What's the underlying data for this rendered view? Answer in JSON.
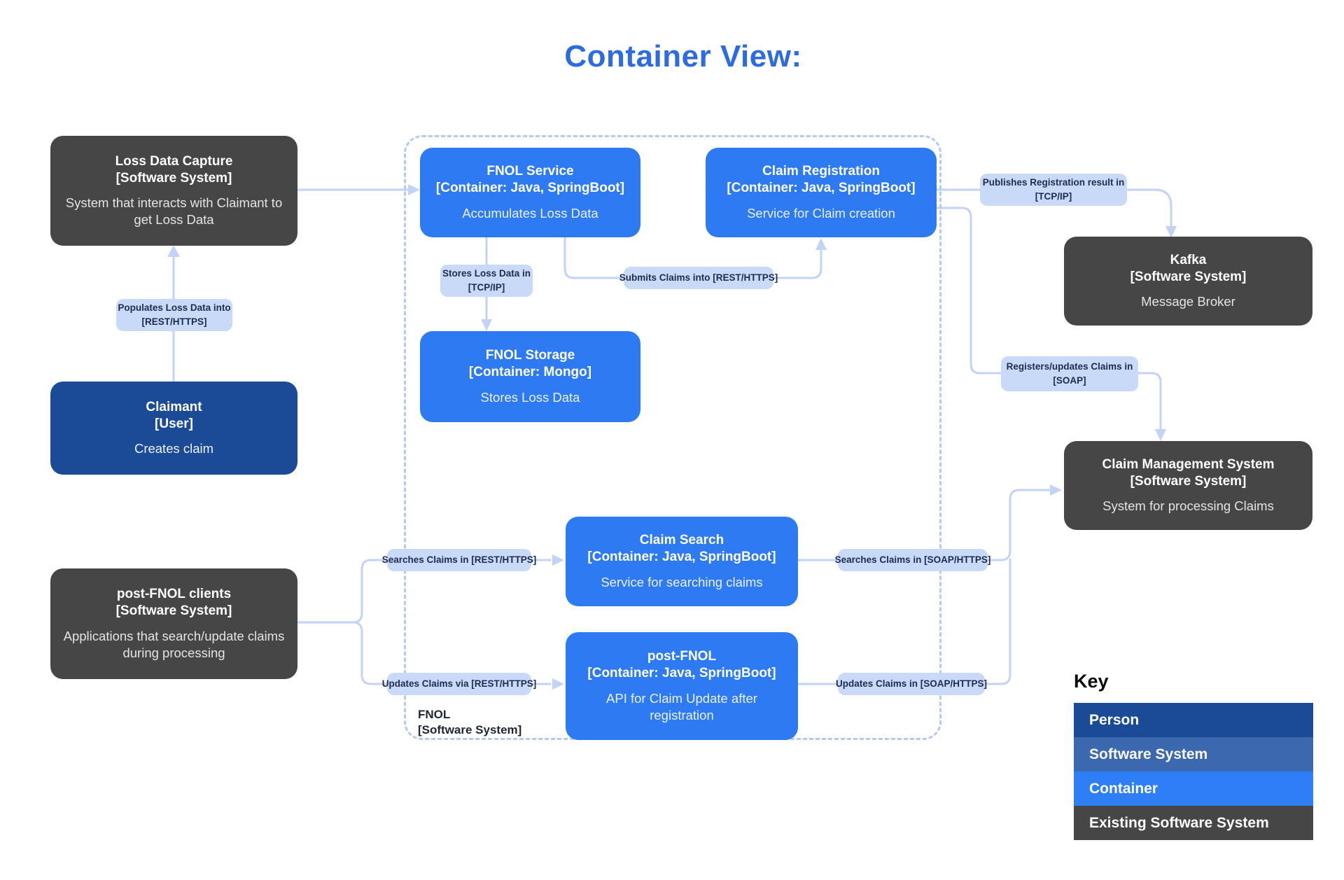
{
  "title": "Container View:",
  "nodes": {
    "loss_data_capture": {
      "name": "Loss Data Capture",
      "type": "[Software System]",
      "desc": "System that interacts with Claimant to get Loss Data"
    },
    "claimant": {
      "name": "Claimant",
      "type": "[User]",
      "desc": "Creates claim"
    },
    "post_fnol_clients": {
      "name": "post-FNOL clients",
      "type": "[Software System]",
      "desc": "Applications that search/update claims during processing"
    },
    "fnol_service": {
      "name": "FNOL Service",
      "type": "[Container: Java, SpringBoot]",
      "desc": "Accumulates Loss Data"
    },
    "claim_registration": {
      "name": "Claim Registration",
      "type": "[Container: Java, SpringBoot]",
      "desc": "Service for Claim creation"
    },
    "fnol_storage": {
      "name": "FNOL Storage",
      "type": "[Container: Mongo]",
      "desc": "Stores Loss Data"
    },
    "claim_search": {
      "name": "Claim Search",
      "type": "[Container: Java, SpringBoot]",
      "desc": "Service for searching claims"
    },
    "post_fnol": {
      "name": "post-FNOL",
      "type": "[Container: Java, SpringBoot]",
      "desc": "API for Claim Update after registration"
    },
    "kafka": {
      "name": "Kafka",
      "type": "[Software System]",
      "desc": "Message Broker"
    },
    "claim_management": {
      "name": "Claim Management System",
      "type": "[Software System]",
      "desc": "System for processing Claims"
    }
  },
  "boundary": {
    "name": "FNOL",
    "type": "[Software System]"
  },
  "edges": {
    "populates": {
      "line1": "Populates Loss Data into",
      "line2": "[REST/HTTPS]"
    },
    "stores": {
      "line1": "Stores Loss Data in",
      "line2": "[TCP/IP]"
    },
    "submits": {
      "line1": "Submits Claims into [REST/HTTPS]"
    },
    "publishes": {
      "line1": "Publishes Registration result in",
      "line2": "[TCP/IP]"
    },
    "registers": {
      "line1": "Registers/updates Claims in",
      "line2": "[SOAP]"
    },
    "searches_rest": {
      "line1": "Searches Claims in [REST/HTTPS]"
    },
    "updates_rest": {
      "line1": "Updates Claims via [REST/HTTPS]"
    },
    "searches_soap": {
      "line1": "Searches Claims in [SOAP/HTTPS]"
    },
    "updates_soap": {
      "line1": "Updates Claims in [SOAP/HTTPS]"
    }
  },
  "key": {
    "heading": "Key",
    "items": [
      {
        "label": "Person",
        "color": "#1b4b97"
      },
      {
        "label": "Software System",
        "color": "#3b68ae"
      },
      {
        "label": "Container",
        "color": "#2e7ff7"
      },
      {
        "label": "Existing Software System",
        "color": "#464646"
      }
    ]
  },
  "colors": {
    "title": "#2d6be0",
    "container_node": "#2e7af2",
    "person_node": "#1b4b97",
    "existing_system_node": "#464646",
    "edge_line": "#c2d3f6",
    "edge_label_bg": "#c9d9f8",
    "boundary_dash": "#b5c9f2"
  }
}
